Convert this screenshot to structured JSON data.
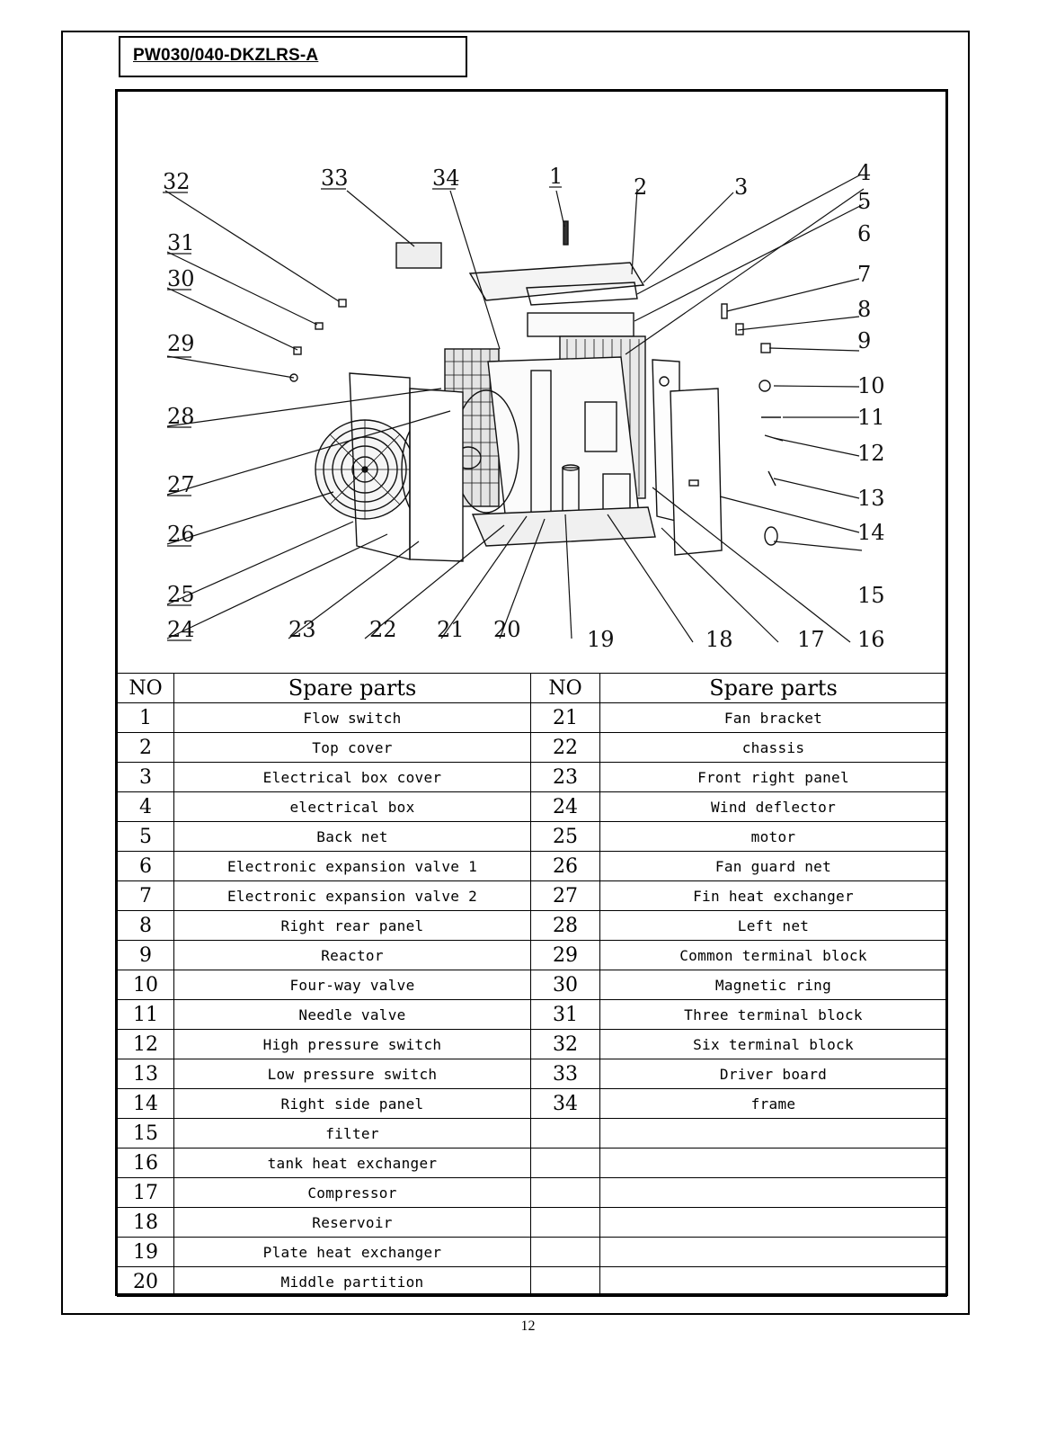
{
  "model_title": "PW030/040-DKZLRS-A",
  "page_number": "12",
  "diagram": {
    "callouts": [
      "1",
      "2",
      "3",
      "4",
      "5",
      "6",
      "7",
      "8",
      "9",
      "10",
      "11",
      "12",
      "13",
      "14",
      "15",
      "16",
      "17",
      "18",
      "19",
      "20",
      "21",
      "22",
      "23",
      "24",
      "25",
      "26",
      "27",
      "28",
      "29",
      "30",
      "31",
      "32",
      "33",
      "34"
    ]
  },
  "table": {
    "headers": {
      "no_left": "NO",
      "parts_left": "Spare parts",
      "no_right": "NO",
      "parts_right": "Spare parts"
    },
    "left": [
      {
        "no": "1",
        "part": "Flow switch"
      },
      {
        "no": "2",
        "part": "Top cover"
      },
      {
        "no": "3",
        "part": "Electrical box cover"
      },
      {
        "no": "4",
        "part": "electrical box"
      },
      {
        "no": "5",
        "part": "Back net"
      },
      {
        "no": "6",
        "part": "Electronic expansion valve 1"
      },
      {
        "no": "7",
        "part": "Electronic expansion valve 2"
      },
      {
        "no": "8",
        "part": "Right rear panel"
      },
      {
        "no": "9",
        "part": "Reactor"
      },
      {
        "no": "10",
        "part": "Four-way valve"
      },
      {
        "no": "11",
        "part": "Needle valve"
      },
      {
        "no": "12",
        "part": "High pressure switch"
      },
      {
        "no": "13",
        "part": "Low pressure switch"
      },
      {
        "no": "14",
        "part": "Right side panel"
      },
      {
        "no": "15",
        "part": "filter"
      },
      {
        "no": "16",
        "part": "tank heat exchanger"
      },
      {
        "no": "17",
        "part": "Compressor"
      },
      {
        "no": "18",
        "part": "Reservoir"
      },
      {
        "no": "19",
        "part": "Plate heat exchanger"
      },
      {
        "no": "20",
        "part": "Middle partition"
      }
    ],
    "right": [
      {
        "no": "21",
        "part": "Fan bracket"
      },
      {
        "no": "22",
        "part": "chassis"
      },
      {
        "no": "23",
        "part": "Front right panel"
      },
      {
        "no": "24",
        "part": "Wind deflector"
      },
      {
        "no": "25",
        "part": "motor"
      },
      {
        "no": "26",
        "part": "Fan guard net"
      },
      {
        "no": "27",
        "part": "Fin heat exchanger"
      },
      {
        "no": "28",
        "part": "Left net"
      },
      {
        "no": "29",
        "part": "Common terminal block"
      },
      {
        "no": "30",
        "part": "Magnetic ring"
      },
      {
        "no": "31",
        "part": "Three terminal block"
      },
      {
        "no": "32",
        "part": "Six terminal block"
      },
      {
        "no": "33",
        "part": "Driver board"
      },
      {
        "no": "34",
        "part": "frame"
      }
    ]
  }
}
